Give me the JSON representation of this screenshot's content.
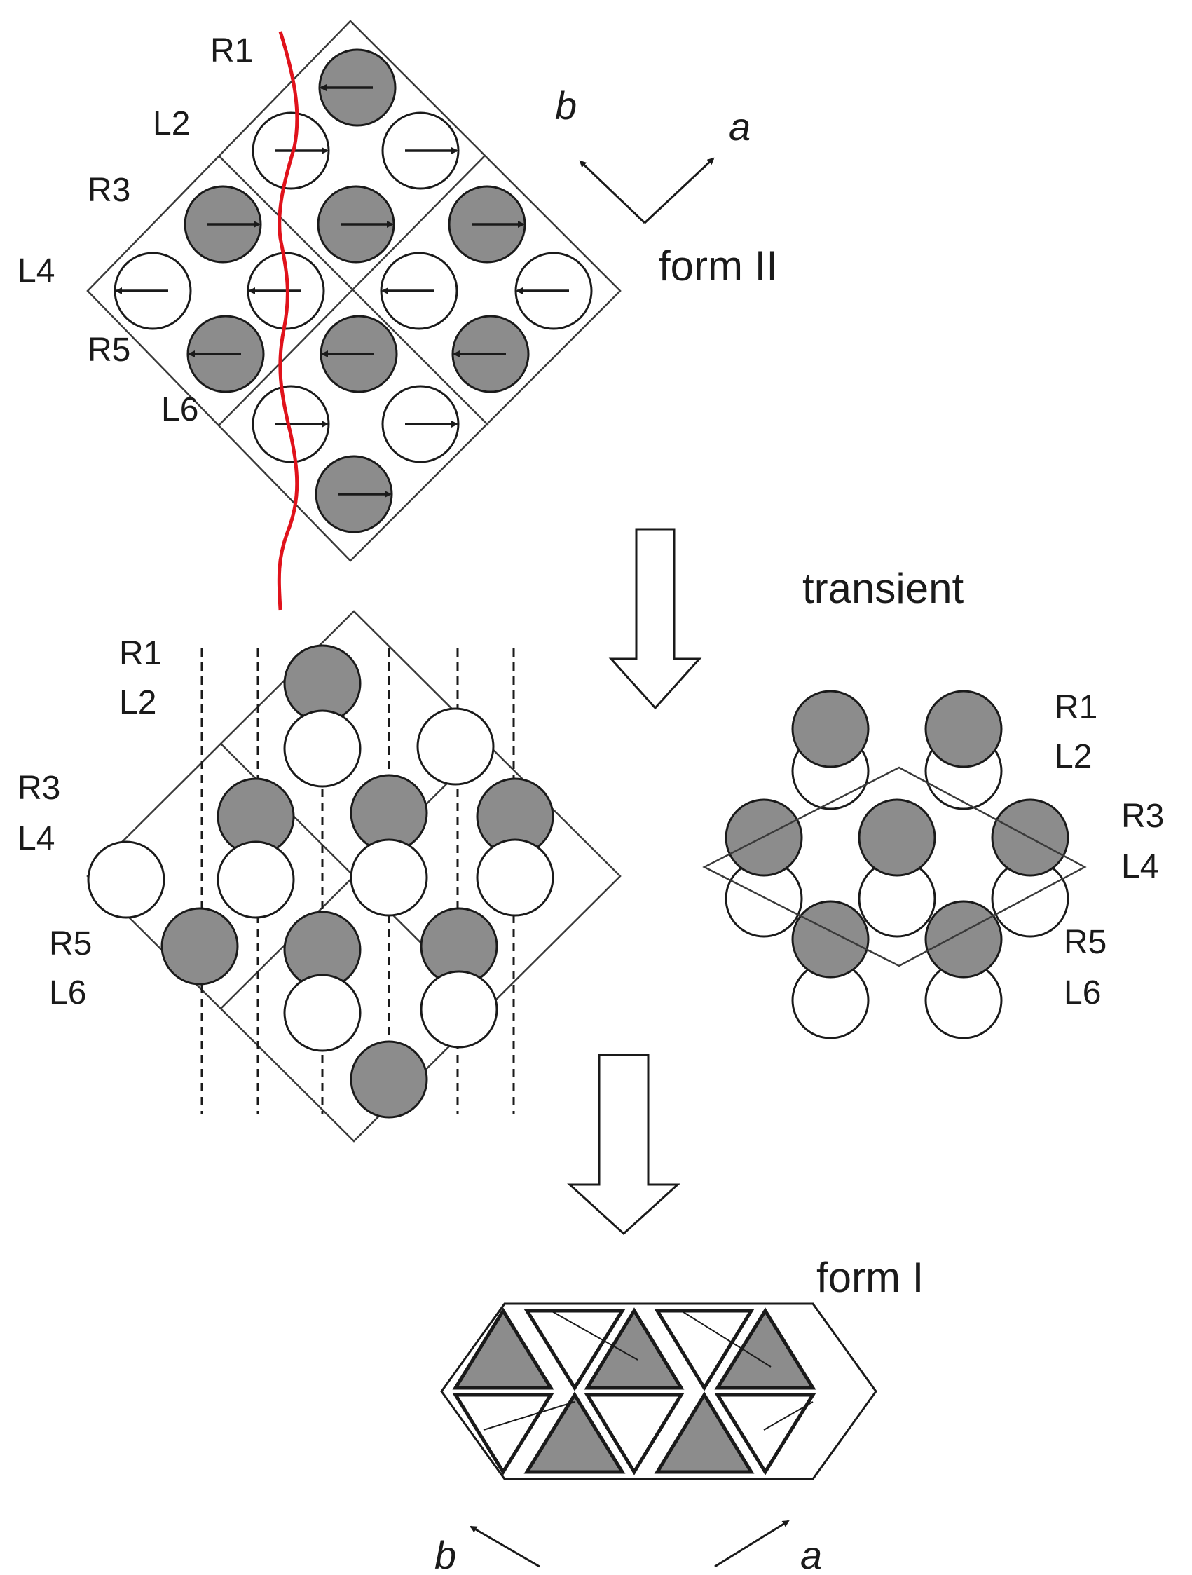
{
  "form_ii": {
    "title": "form II",
    "axis_a": "a",
    "axis_b": "b",
    "layer_labels": [
      "R1",
      "L2",
      "R3",
      "L4",
      "R5",
      "L6"
    ]
  },
  "transient": {
    "title": "transient",
    "left_labels": [
      "R1",
      "L2",
      "R3",
      "L4",
      "R5",
      "L6"
    ],
    "right_labels": [
      "R1",
      "L2",
      "R3",
      "L4",
      "R5",
      "L6"
    ]
  },
  "form_i": {
    "title": "form I",
    "axis_a": "a",
    "axis_b": "b"
  },
  "colors": {
    "filled_molecule": "#8c8c8c",
    "open_molecule": "#ffffff",
    "outline": "#1a1a1a",
    "lattice_line": "#3a3a3a",
    "red_path": "#e0121b"
  }
}
